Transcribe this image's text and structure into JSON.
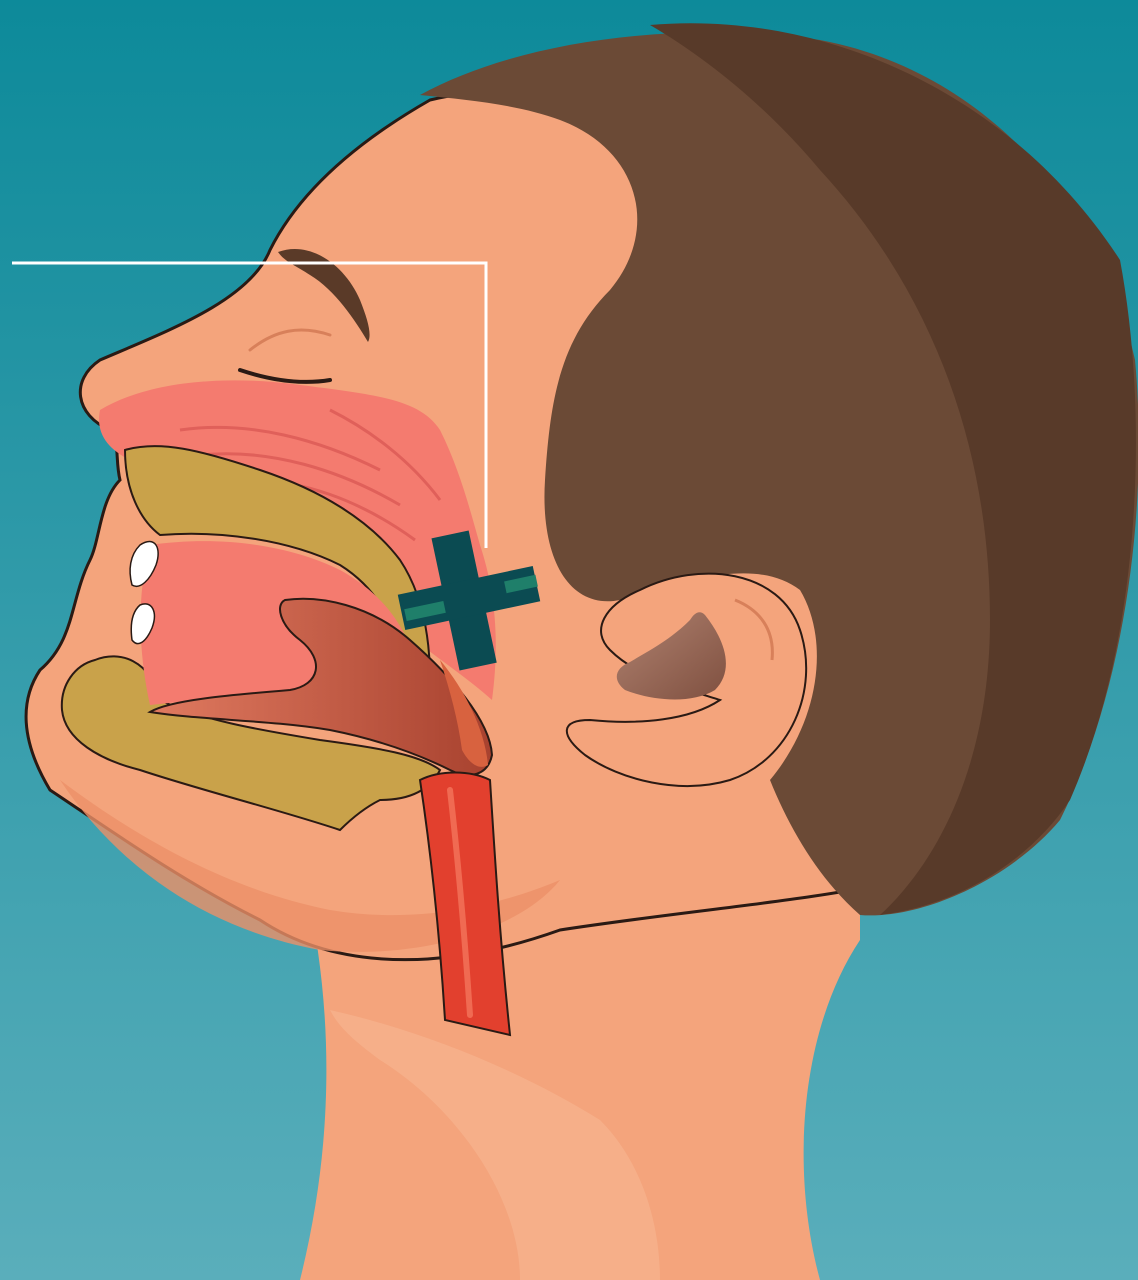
{
  "diagram": {
    "type": "anatomical-illustration",
    "view": "head-and-neck-side-profile-cross-section",
    "labels": [],
    "marker": {
      "symbol": "cross",
      "color": "#0b4b52",
      "accent": "#1f7f6a"
    },
    "colors": {
      "background_top": "#0d8a9a",
      "background_bottom": "#5aaebb",
      "skin": "#f4a47c",
      "skin_shadow": "#ec9068",
      "hair": "#6b4a36",
      "hair_shadow": "#583a29",
      "nasal_mucosa": "#f47b6f",
      "bone": "#c9a24a",
      "tongue": "#b8503c",
      "airway": "#e2402e",
      "teeth": "#ffffff",
      "ear_inner": "#9b6b55",
      "pointer_line": "#ffffff"
    }
  }
}
